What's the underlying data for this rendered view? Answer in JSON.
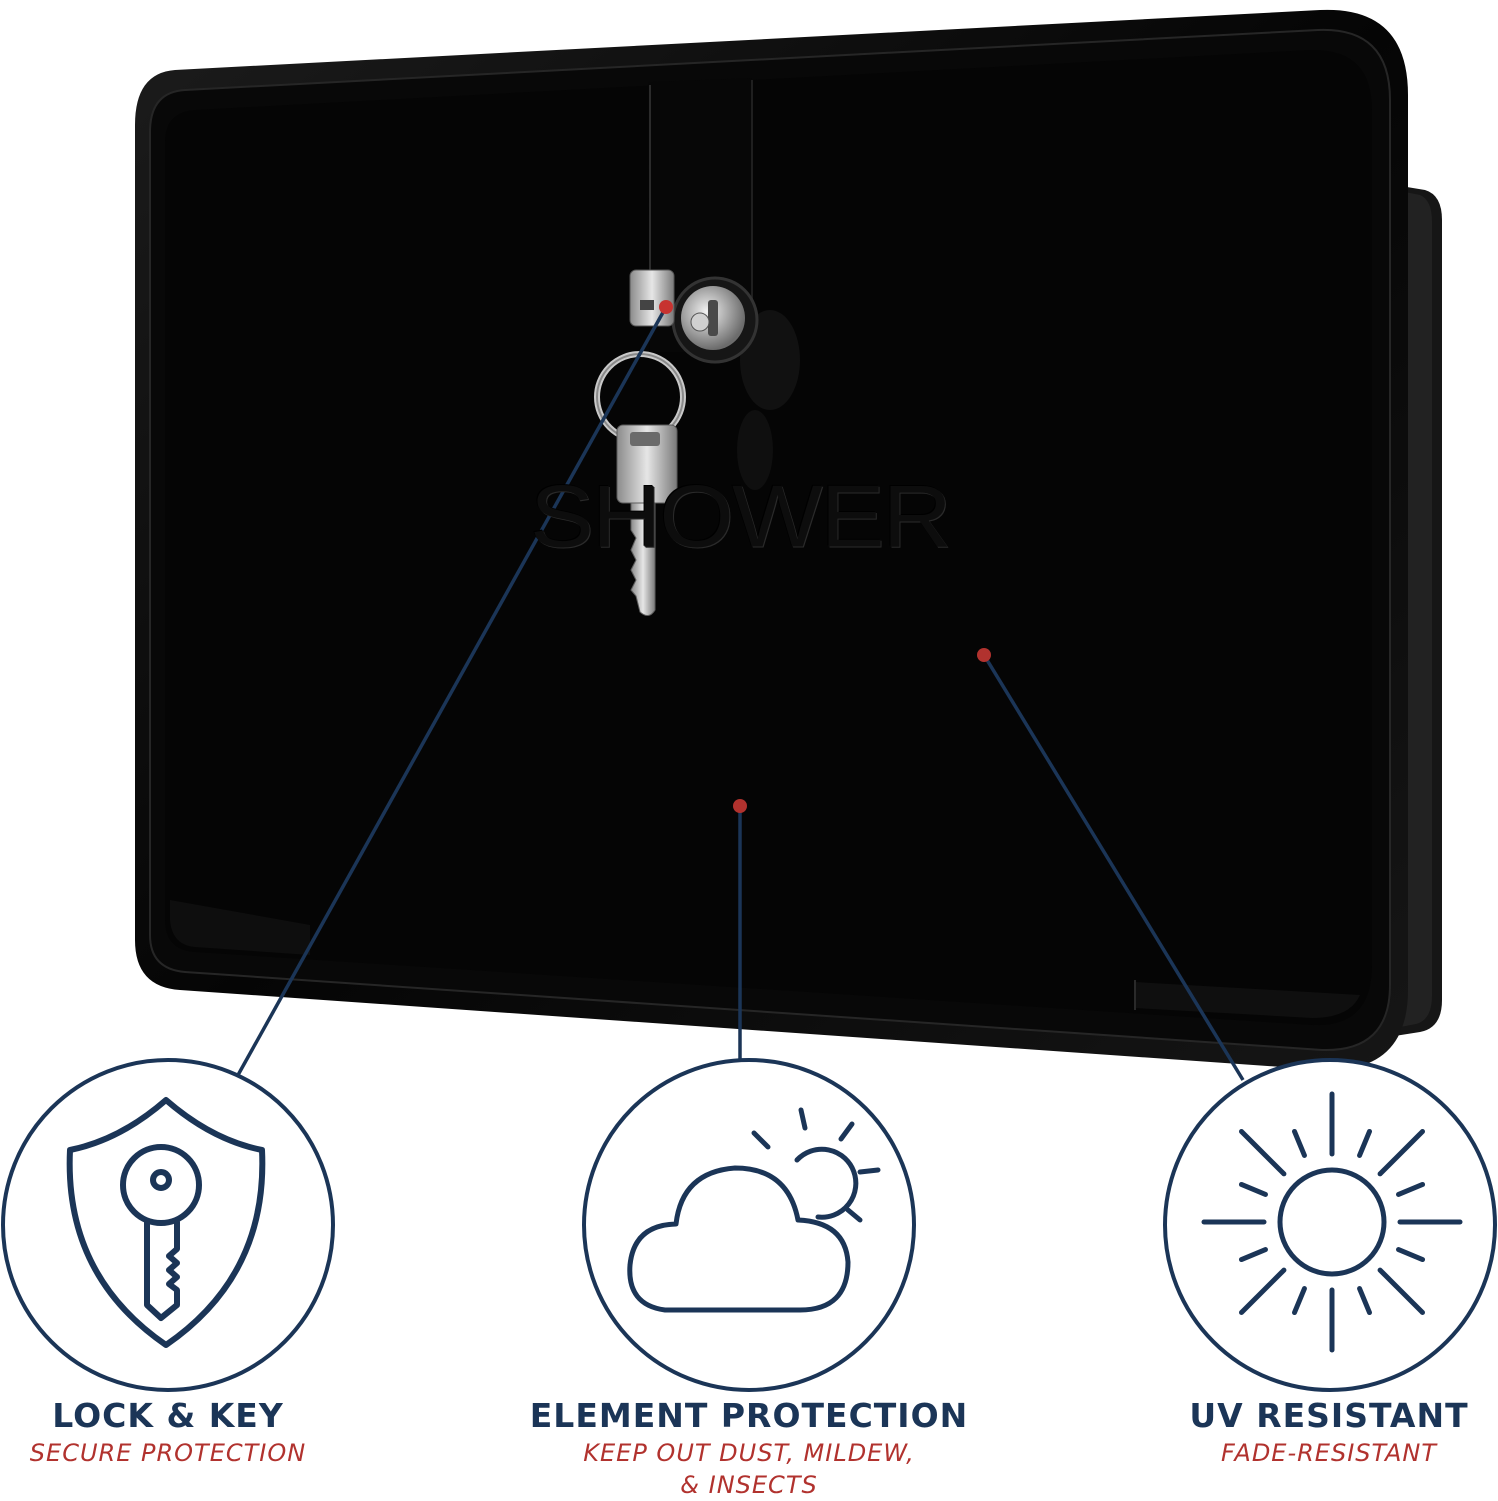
{
  "product": {
    "emboss_text": "SHOWER"
  },
  "colors": {
    "navy": "#1b3557",
    "accent_red": "#b1322e",
    "panel": "#050505"
  },
  "features": [
    {
      "icon": "shield-key-icon",
      "title": "LOCK & KEY",
      "subtitle": "SECURE PROTECTION"
    },
    {
      "icon": "sun-cloud-icon",
      "title": "ELEMENT PROTECTION",
      "subtitle_line1": "KEEP OUT DUST, MILDEW,",
      "subtitle_line2": "& INSECTS"
    },
    {
      "icon": "sun-icon",
      "title": "UV RESISTANT",
      "subtitle": "FADE-RESISTANT"
    }
  ]
}
